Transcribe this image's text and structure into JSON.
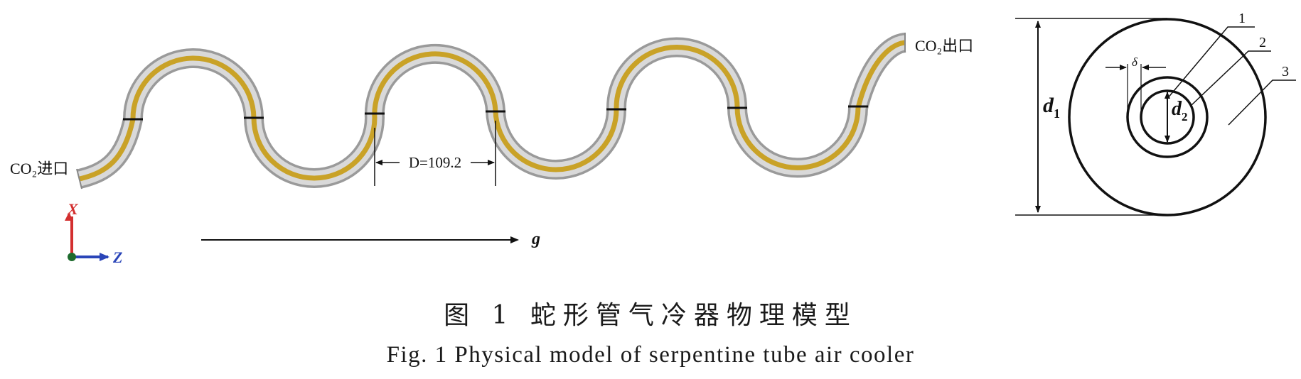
{
  "labels": {
    "inlet": "CO₂进口",
    "outlet": "CO₂出口",
    "dimension_D": "D=109.2",
    "gravity": "g",
    "axis_x": "X",
    "axis_z": "Z"
  },
  "cross_section": {
    "outer_diameter_label": "d",
    "outer_diameter_sub": "1",
    "inner_diameter_label": "d",
    "inner_diameter_sub": "2",
    "thickness_label": "δ",
    "callouts": [
      "1",
      "2",
      "3"
    ]
  },
  "caption": {
    "chinese": "图 1  蛇形管气冷器物理模型",
    "english": "Fig. 1   Physical model of serpentine tube air cooler"
  },
  "colors": {
    "tube_outer": "#b8b8b8",
    "tube_wall": "#d9d9d9",
    "tube_core": "#c9a227",
    "axis_x": "#d32f2f",
    "axis_z": "#2a45b8",
    "axis_y_origin": "#1e6b2e"
  }
}
